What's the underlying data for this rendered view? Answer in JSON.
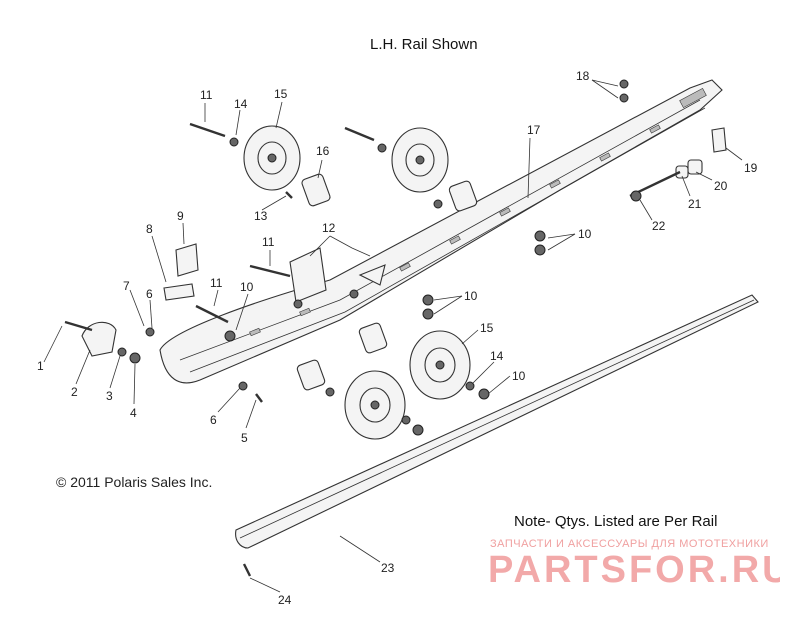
{
  "diagram": {
    "title": "L.H. Rail Shown",
    "copyright": "© 2011 Polaris Sales Inc.",
    "note": "Note- Qtys. Listed are Per Rail",
    "watermark_tagline": "ЗАПЧАСТИ И АКСЕССУАРЫ ДЛЯ МОТОТЕХНИКИ",
    "watermark_logo": "PARTSFOR.RU",
    "callouts": [
      "1",
      "2",
      "3",
      "4",
      "5",
      "6",
      "6",
      "7",
      "8",
      "9",
      "10",
      "10",
      "10",
      "10",
      "11",
      "11",
      "11",
      "12",
      "13",
      "14",
      "14",
      "15",
      "15",
      "16",
      "17",
      "18",
      "19",
      "20",
      "21",
      "22",
      "23",
      "24"
    ]
  }
}
